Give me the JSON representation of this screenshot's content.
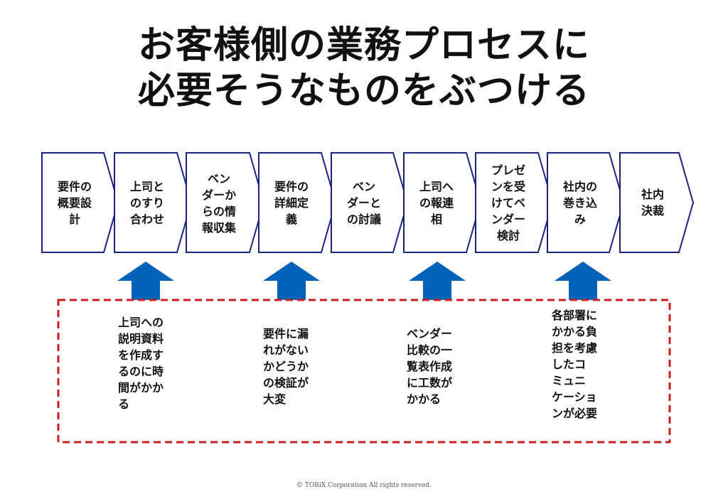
{
  "title": {
    "line1": "お客様側の業務プロセスに",
    "line2": "必要そうなものをぶつける"
  },
  "steps": [
    {
      "label": "要件の\n概要設\n計"
    },
    {
      "label": "上司と\nのすり\n合わせ"
    },
    {
      "label": "ベン\nダーか\nらの情\n報収集"
    },
    {
      "label": "要件の\n詳細定\n義"
    },
    {
      "label": "ベン\nダーと\nの討議"
    },
    {
      "label": "上司へ\nの報連\n相"
    },
    {
      "label": "プレゼ\nンを受\nけてベ\nンダー\n検討"
    },
    {
      "label": "社内の\n巻き込\nみ"
    },
    {
      "label": "社内\n決裁"
    }
  ],
  "issues": [
    {
      "text": "上司への\n説明資料\nを作成す\nるのに時\n間がかか\nる"
    },
    {
      "text": "要件に漏\nれがない\nかどうか\nの検証が\n大変"
    },
    {
      "text": "ベンダー\n比較の一\n覧表作成\nに工数が\nかかる"
    },
    {
      "text": "各部署に\nかかる負\n担を考慮\nしたコ\nミュニ\nケーショ\nンが必要"
    }
  ],
  "footer": "© TORiX Corporation All rights reserved.",
  "colors": {
    "step_border": "#1a237e",
    "arrow": "#0062b8",
    "dashed_box": "#cc1f1f"
  }
}
